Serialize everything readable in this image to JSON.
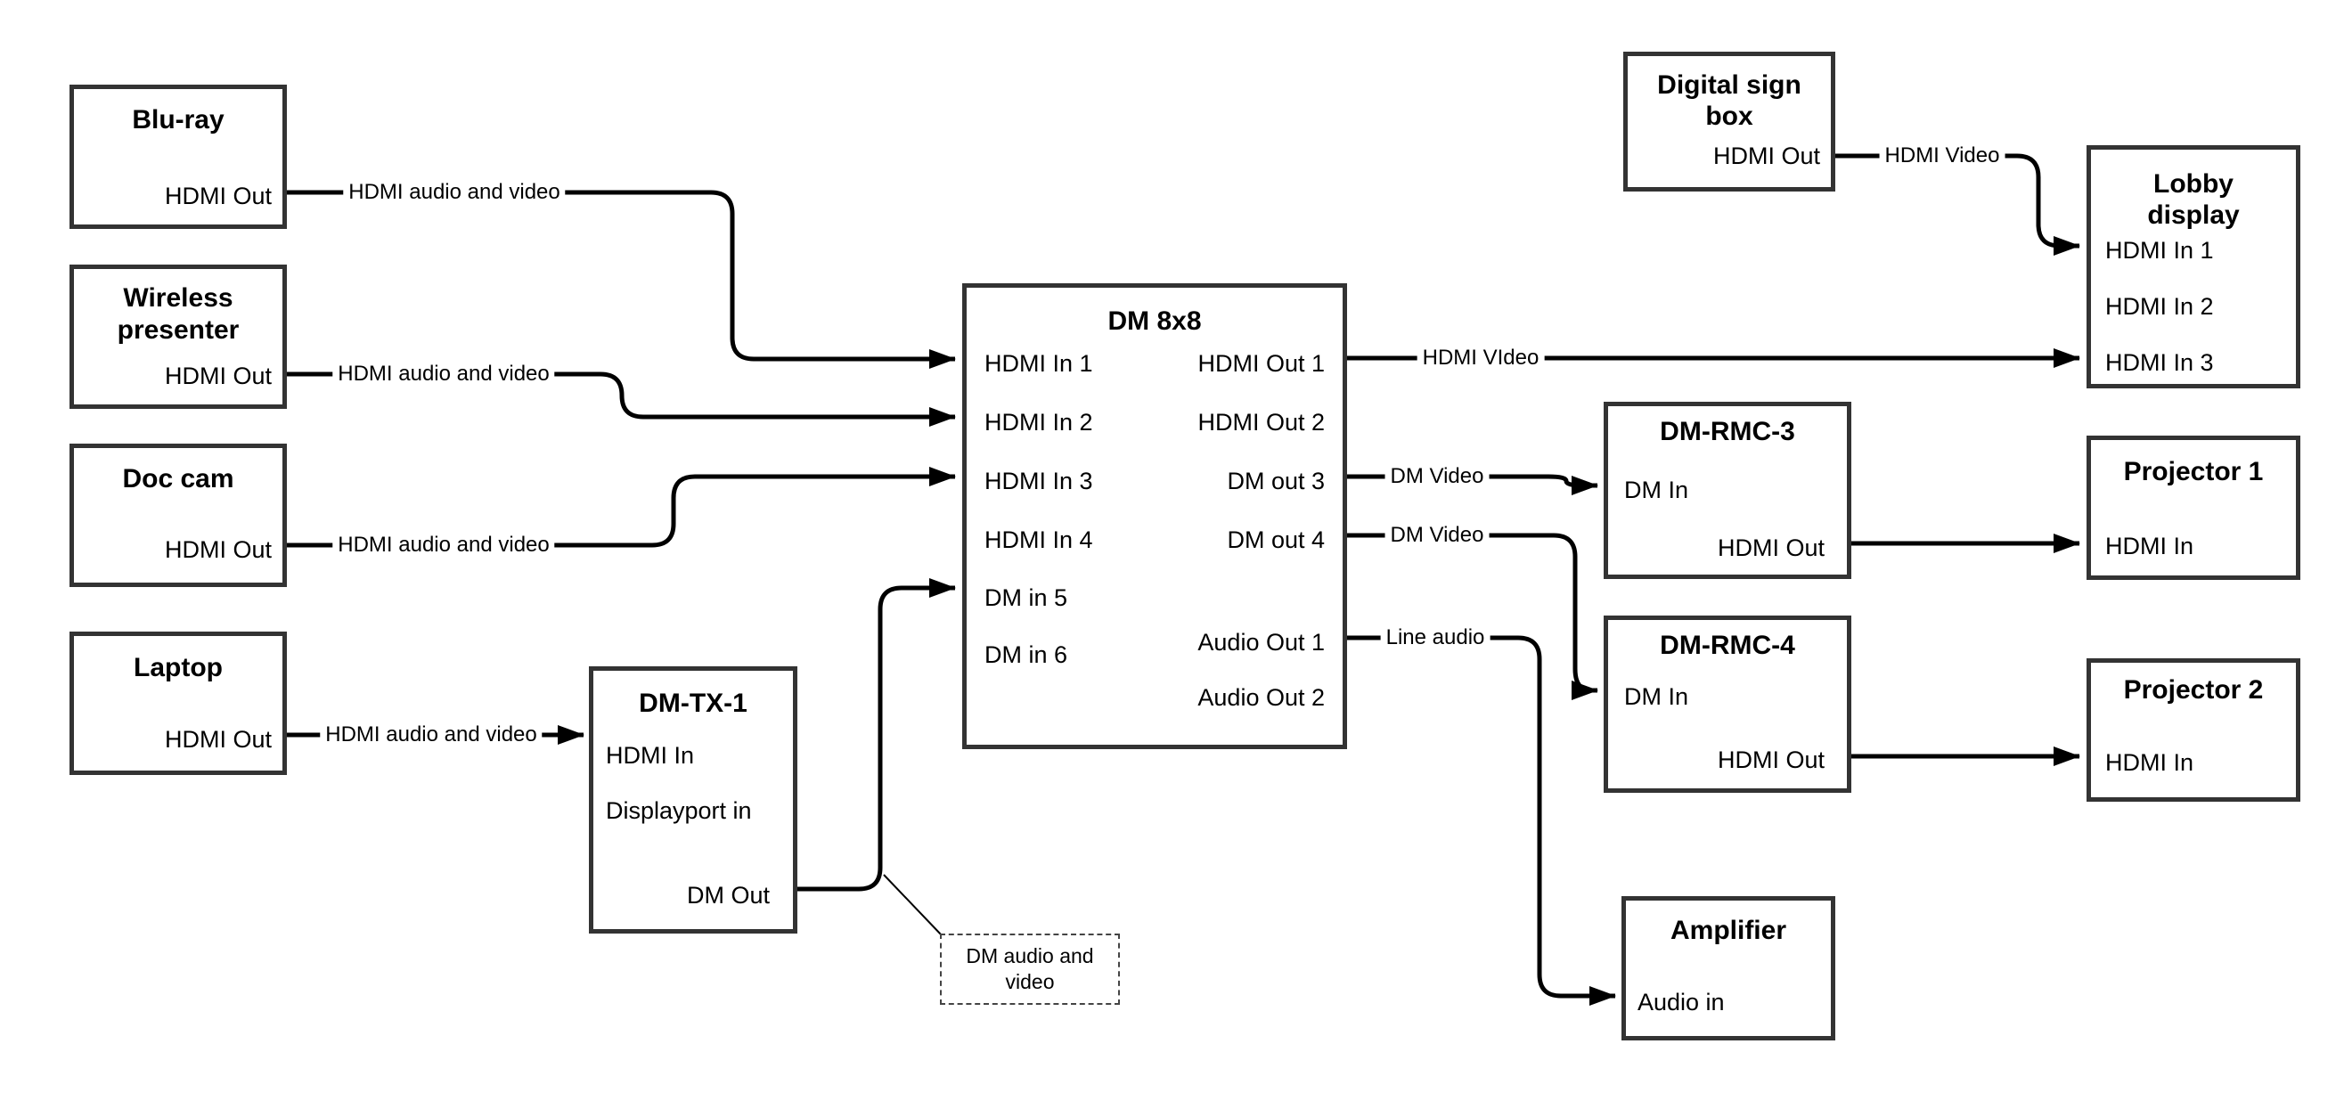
{
  "diagram": {
    "background_color": "#ffffff",
    "wire_color": "#000000",
    "node_border_color": "#333333",
    "nodes": {
      "blu_ray": {
        "title": "Blu-ray",
        "ports": {
          "hdmi_out": "HDMI Out"
        }
      },
      "wireless_presenter": {
        "title_line1": "Wireless",
        "title_line2": "presenter",
        "ports": {
          "hdmi_out": "HDMI Out"
        }
      },
      "doc_cam": {
        "title": "Doc cam",
        "ports": {
          "hdmi_out": "HDMI Out"
        }
      },
      "laptop": {
        "title": "Laptop",
        "ports": {
          "hdmi_out": "HDMI Out"
        }
      },
      "dm_tx_1": {
        "title": "DM-TX-1",
        "ports": {
          "hdmi_in": "HDMI In",
          "displayport_in": "Displayport in",
          "dm_out": "DM Out"
        }
      },
      "dm_8x8": {
        "title": "DM 8x8",
        "left_ports": [
          "HDMI In 1",
          "HDMI In 2",
          "HDMI In 3",
          "HDMI In 4",
          "DM in 5",
          "DM in 6"
        ],
        "right_ports": [
          "HDMI Out 1",
          "HDMI Out 2",
          "DM out 3",
          "DM out 4",
          "Audio Out 1",
          "Audio Out 2"
        ]
      },
      "digital_sign_box": {
        "title_line1": "Digital sign",
        "title_line2": "box",
        "ports": {
          "hdmi_out": "HDMI Out"
        }
      },
      "lobby_display": {
        "title_line1": "Lobby",
        "title_line2": "display",
        "ports": {
          "hdmi_in_1": "HDMI In 1",
          "hdmi_in_2": "HDMI In 2",
          "hdmi_in_3": "HDMI In 3"
        }
      },
      "dm_rmc_3": {
        "title": "DM-RMC-3",
        "ports": {
          "dm_in": "DM In",
          "hdmi_out": "HDMI Out"
        }
      },
      "projector_1": {
        "title": "Projector 1",
        "ports": {
          "hdmi_in": "HDMI In"
        }
      },
      "dm_rmc_4": {
        "title": "DM-RMC-4",
        "ports": {
          "dm_in": "DM In",
          "hdmi_out": "HDMI Out"
        }
      },
      "projector_2": {
        "title": "Projector 2",
        "ports": {
          "hdmi_in": "HDMI In"
        }
      },
      "amplifier": {
        "title": "Amplifier",
        "ports": {
          "audio_in": "Audio in"
        }
      }
    },
    "wire_labels": {
      "bluray_to_dm": "HDMI audio and video",
      "wireless_to_dm": "HDMI audio and video",
      "doccam_to_dm": "HDMI audio and video",
      "laptop_to_tx": "HDMI audio and video",
      "hdmi_out_1": "HDMI VIdeo",
      "signbox_to_lobby": "HDMI Video",
      "dm_out_3": "DM Video",
      "dm_out_4": "DM Video",
      "audio_out_1": "Line audio"
    },
    "annotation": {
      "line1": "DM audio and",
      "line2": "video"
    }
  }
}
